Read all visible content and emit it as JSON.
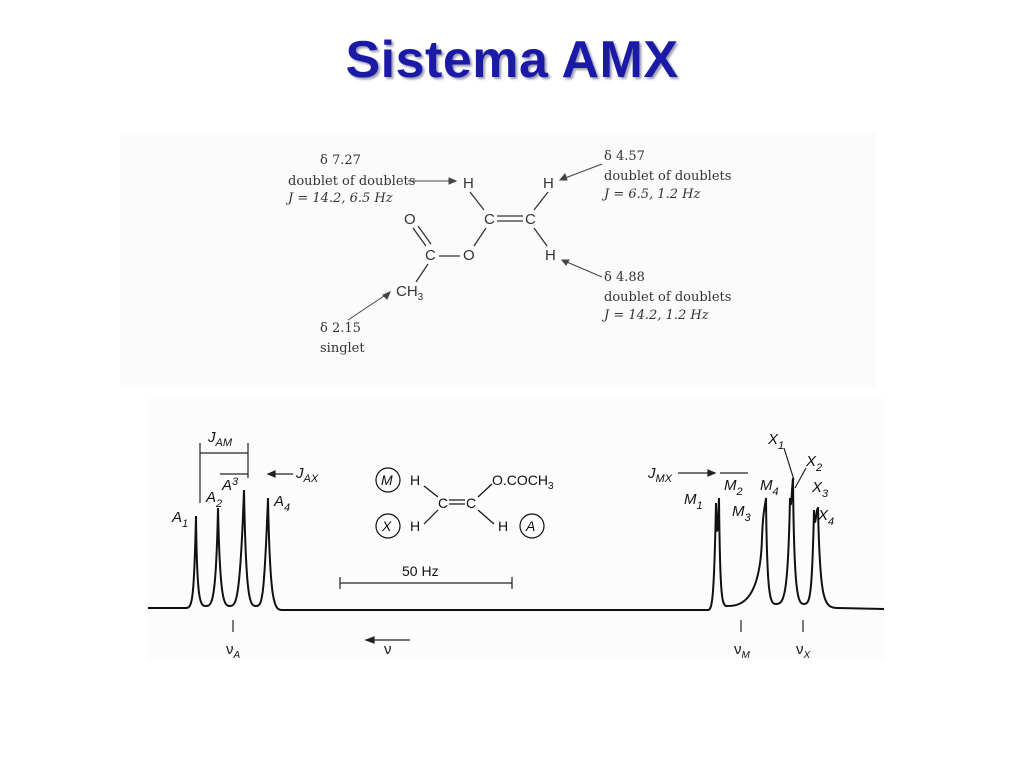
{
  "slide": {
    "title": "Sistema AMX"
  },
  "structure": {
    "h1": {
      "shift": "δ 7.27",
      "mult": "doublet of doublets",
      "j": "J = 14.2, 6.5 Hz"
    },
    "h2": {
      "shift": "δ 4.57",
      "mult": "doublet of doublets",
      "j": "J = 6.5, 1.2 Hz"
    },
    "h3": {
      "shift": "δ 4.88",
      "mult": "doublet of doublets",
      "j": "J = 14.2, 1.2 Hz"
    },
    "methyl": {
      "shift": "δ 2.15",
      "mult": "singlet"
    },
    "atoms": {
      "H": "H",
      "C": "C",
      "O": "O",
      "CH": "CH",
      "sub3": "3"
    }
  },
  "spectrum": {
    "labels": {
      "jam": "AM",
      "jax": "AX",
      "jmx": "MX",
      "J": "J",
      "A": "A",
      "M": "M",
      "X": "X",
      "H": "H",
      "ococh3": "O.COCH",
      "sub3": "3",
      "s1": "1",
      "s2": "2",
      "s3": "3",
      "s4": "4",
      "scale": "50 Hz",
      "nu": "ν",
      "nuA": "A",
      "nuM": "M",
      "nuX": "X"
    }
  }
}
